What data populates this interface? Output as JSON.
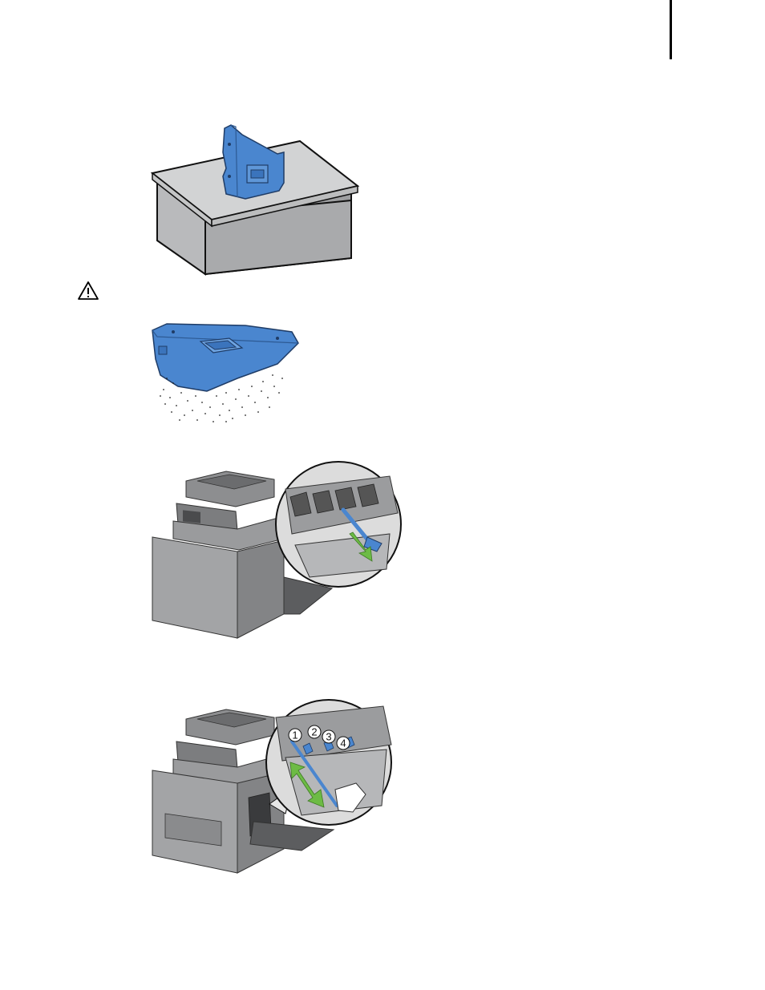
{
  "page": {
    "accent_color": "#4a86cf",
    "arrow_color": "#6dbb45"
  },
  "figures": [
    {
      "id": "waste-box-upright-on-table",
      "icon": "waste-toner-box"
    },
    {
      "id": "waste-box-tilted-spilling",
      "icon": "waste-toner-box"
    },
    {
      "id": "printer-remove-cleaning-rod",
      "icon": "printer"
    },
    {
      "id": "printer-clean-led-heads",
      "icon": "printer"
    }
  ],
  "caution": {
    "icon": "warning-triangle-icon"
  },
  "callouts": {
    "c1": "1",
    "c2": "2",
    "c3": "3",
    "c4": "4"
  }
}
